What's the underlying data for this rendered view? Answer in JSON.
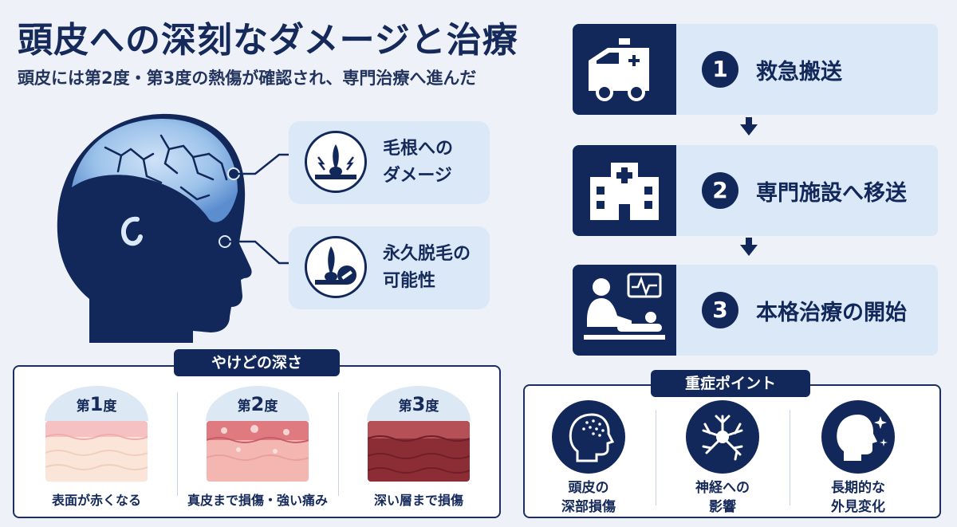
{
  "title": "頭皮への深刻なダメージと治療",
  "subtitle": "頭皮には第2度・第3度の熱傷が確認され、専門治療へ進んだ",
  "callouts": [
    {
      "line1": "毛根への",
      "line2": "ダメージ",
      "icon": "hair-root-icon"
    },
    {
      "line1": "永久脱毛の",
      "line2": "可能性",
      "icon": "hair-loss-icon"
    }
  ],
  "steps": [
    {
      "num": "1",
      "label": "救急搬送",
      "icon": "ambulance-icon"
    },
    {
      "num": "2",
      "label": "専門施設へ移送",
      "icon": "hospital-icon"
    },
    {
      "num": "3",
      "label": "本格治療の開始",
      "icon": "doctor-patient-icon"
    }
  ],
  "burn_depth": {
    "heading": "やけどの深さ",
    "degrees": [
      {
        "prefix": "第",
        "num": "1",
        "suffix": "度",
        "caption": "表面が赤くなる"
      },
      {
        "prefix": "第",
        "num": "2",
        "suffix": "度",
        "caption": "真皮まで損傷・強い痛み"
      },
      {
        "prefix": "第",
        "num": "3",
        "suffix": "度",
        "caption": "深い層まで損傷"
      }
    ]
  },
  "severity": {
    "heading": "重症ポイント",
    "points": [
      {
        "line1": "頭皮の",
        "line2": "深部損傷",
        "icon": "scalp-damage-icon"
      },
      {
        "line1": "神経への",
        "line2": "影響",
        "icon": "neuron-icon"
      },
      {
        "line1": "長期的な",
        "line2": "外見変化",
        "icon": "head-sparkle-icon"
      }
    ]
  },
  "colors": {
    "navy": "#12285a",
    "light_blue": "#dbe8f7",
    "background": "#eef2f8"
  }
}
